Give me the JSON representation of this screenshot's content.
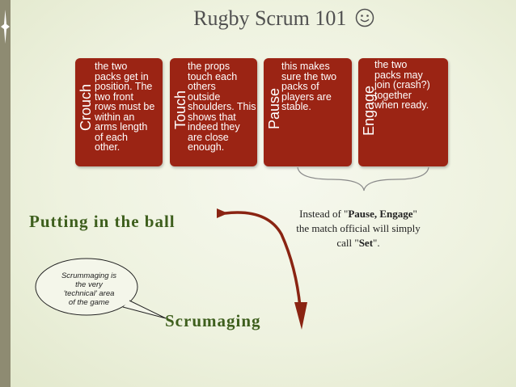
{
  "title": {
    "text": "Rugby Scrum 101",
    "icon": "smiley-icon"
  },
  "cards": [
    {
      "label": "Crouch",
      "text": [
        "the two",
        "packs get in",
        "position. The",
        "two front",
        "rows must be",
        "within an",
        "arms length",
        "of each",
        "other."
      ]
    },
    {
      "label": "Touch",
      "text": [
        "the props",
        "touch each",
        "others",
        "outside",
        "shoulders. This",
        "shows that",
        "indeed they",
        "are close",
        "enough."
      ]
    },
    {
      "label": "Pause",
      "text": [
        "this makes",
        "sure the two",
        "packs of",
        "players are",
        "stable."
      ]
    },
    {
      "label": "Engage",
      "text": [
        "the two",
        "packs may",
        "join (crash?)",
        "together",
        "when ready."
      ]
    }
  ],
  "headings": {
    "putting_in": "Putting in the ball",
    "scrumaging": "Scrumaging"
  },
  "note": {
    "line1_prefix": "Instead of \"",
    "line1_bold": "Pause, Engage",
    "line1_suffix": "\"",
    "line2": "the match official will simply",
    "line3_prefix": "call \"",
    "line3_bold": "Set",
    "line3_suffix": "\"."
  },
  "bubble": {
    "lines": [
      "Scrummaging is",
      "the very",
      "'technical' area",
      "of the game"
    ]
  },
  "colors": {
    "card": "#9b2414",
    "heading": "#3e5f1d",
    "arrow": "#8a2412",
    "sidebar": "#8e8b72"
  }
}
